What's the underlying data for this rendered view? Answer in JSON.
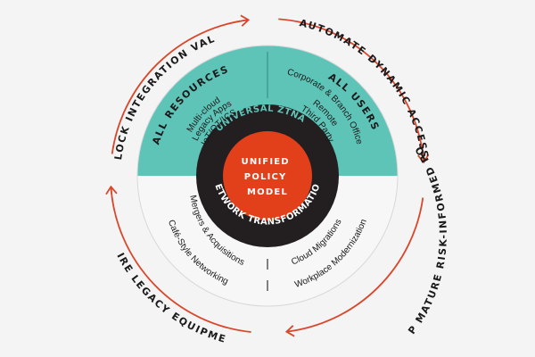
{
  "outer_labels": {
    "top_right": "AUTOMATE DYNAMIC ACCESS",
    "right": "DEVELOP MATURE RISK-INFORMED POLICIES",
    "bottom_left": "RETIRE LEGACY EQUIPMENT",
    "top_left": "UNLOCK INTEGRATION VALUE"
  },
  "segments": {
    "resources": {
      "title": "ALL RESOURCES",
      "items": [
        "Multi-cloud",
        "Legacy Apps",
        "IoT/OT/ICS"
      ]
    },
    "users": {
      "title": "ALL USERS",
      "items": [
        "Corporate & Branch Office",
        "Remote",
        "Third Party"
      ]
    },
    "transformation_left": {
      "items": [
        "Mergers & Acquisitions",
        "Café-Style Networking"
      ]
    },
    "transformation_right": {
      "items": [
        "Cloud Migrations",
        "Workplace Modernization"
      ]
    }
  },
  "rings": {
    "upper": "UNIVERSAL ZTNA",
    "lower": "NETWORK TRANSFORMATION"
  },
  "core": {
    "lines": [
      "UNIFIED",
      "POLICY",
      "MODEL"
    ]
  },
  "colors": {
    "background": "#f4f4f4",
    "teal": "#5fc4b8",
    "lower_fill": "#f7f7f7",
    "dark_ring": "#231f20",
    "core": "#e1401b",
    "arrow": "#d9462a",
    "text_dark": "#1a1a1a",
    "text_teal": "#5fc4b8",
    "text_light": "#ffffff"
  },
  "icons": [
    "arrow-head-icon"
  ]
}
